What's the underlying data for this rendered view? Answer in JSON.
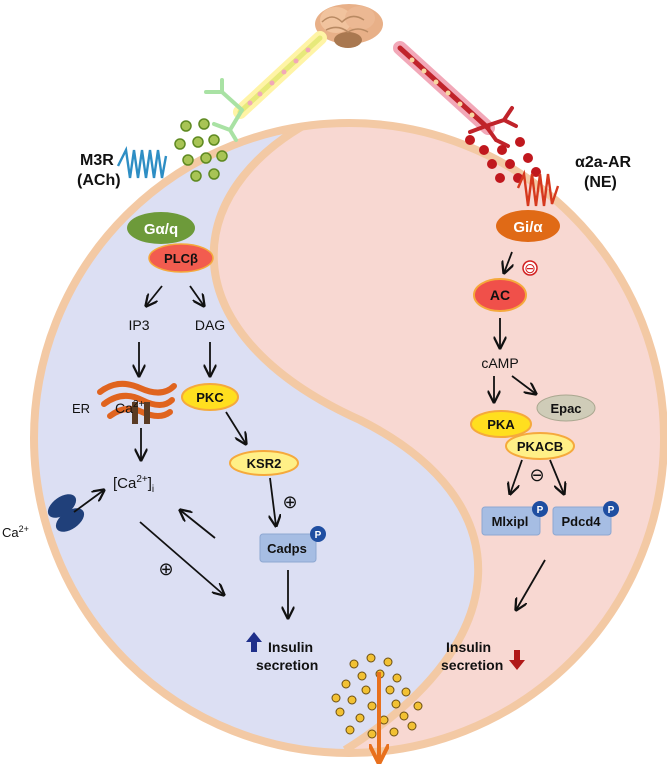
{
  "receptors": {
    "left_name": "M3R",
    "left_ligand": "(ACh)",
    "right_name": "α2a-AR",
    "right_ligand": "(NE)"
  },
  "left_pathway": {
    "g_protein": "Gα/q",
    "plc": "PLCβ",
    "ip3": "IP3",
    "dag": "DAG",
    "er": "ER",
    "er_calcium": "Ca",
    "er_calcium_sup": "2+",
    "pkc": "PKC",
    "cytosolic_ca_prefix": "[Ca",
    "cytosolic_ca_sup": "2+",
    "cytosolic_ca_suffix": "]",
    "cytosolic_ca_sub": "i",
    "ksr2": "KSR2",
    "cadps": "Cadps",
    "external_ca": "Ca",
    "external_ca_sup": "2+",
    "plus_1": "⊕",
    "plus_2": "⊕",
    "insulin_line1": "Insulin",
    "insulin_line2": "secretion"
  },
  "right_pathway": {
    "g_protein": "Gi/α",
    "ac": "AC",
    "camp": "cAMP",
    "pka": "PKA",
    "epac": "Epac",
    "pkacb": "PKACB",
    "mlxipl": "Mlxipl",
    "pdcd4": "Pdcd4",
    "minus_1": "⊖",
    "minus_2": "⊖",
    "insulin_line1": "Insulin",
    "insulin_line2": "secretion"
  },
  "phospho_label": "P",
  "colors": {
    "left_bg": "#dcdff3",
    "right_bg": "#f8d8d2",
    "cell_border": "#f3c9a4",
    "gq": "#6d9a3a",
    "plc": "#f25c4f",
    "gi": "#e06a16",
    "ac": "#f0504a",
    "yellow_node": "#ffdf1f",
    "node_outline": "#f5a93c",
    "ksr2": "#fff087",
    "cadps_box": "#a6bde3",
    "epac": "#cfccb8",
    "phospho": "#1f4ea1",
    "up_arrow": "#1f2f8a",
    "down_arrow": "#b01818",
    "exocytosis_arrow": "#e8701d",
    "granule": "#f2c133"
  }
}
